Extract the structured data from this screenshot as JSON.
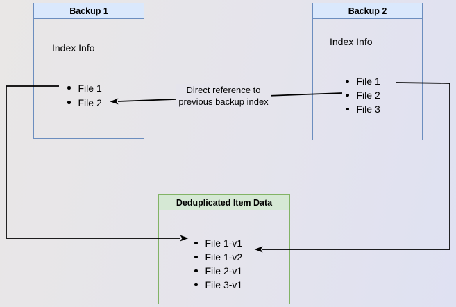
{
  "nodes": {
    "backup1": {
      "title": "Backup 1",
      "section_label": "Index Info",
      "files": [
        "File 1",
        "File 2"
      ]
    },
    "backup2": {
      "title": "Backup 2",
      "section_label": "Index Info",
      "files": [
        "File 1",
        "File 2",
        "File 3"
      ]
    },
    "dedup": {
      "title": "Deduplicated Item Data",
      "files": [
        "File 1-v1",
        "File 1-v2",
        "File 2-v1",
        "File 3-v1"
      ]
    }
  },
  "edges": {
    "direct_reference": {
      "label_line1": "Direct reference to",
      "label_line2": "previous backup index"
    }
  },
  "colors": {
    "blue_node_fill": "#dae8fc",
    "blue_node_border": "#6c8ebf",
    "green_node_fill": "#d5e8d4",
    "green_node_border": "#82b366",
    "connector": "#000000",
    "background_left": "#e9e7e6",
    "background_right": "#dfe1f2"
  }
}
